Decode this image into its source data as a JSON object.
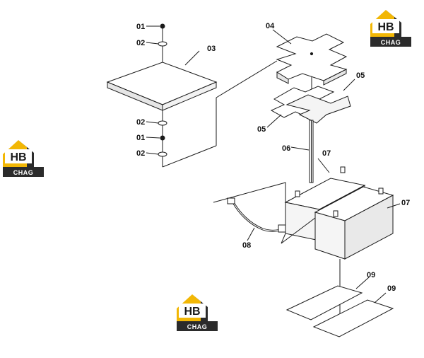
{
  "colors": {
    "line": "#1a1a1a",
    "part_fill": "#ffffff",
    "shade": "#e6e6e6",
    "logo_yellow": "#f2b705",
    "logo_dark": "#2b2b2b"
  },
  "logo": {
    "top": "HB",
    "bottom": "CHAG",
    "icon": "house-logo-icon"
  },
  "callouts": {
    "c01a": "01",
    "c02a": "02",
    "c03": "03",
    "c02b": "02",
    "c01b": "01",
    "c02c": "02",
    "c04": "04",
    "c05a": "05",
    "c05b": "05",
    "c06": "06",
    "c07a": "07",
    "c07b": "07",
    "c08": "08",
    "c09a": "09",
    "c09b": "09"
  }
}
